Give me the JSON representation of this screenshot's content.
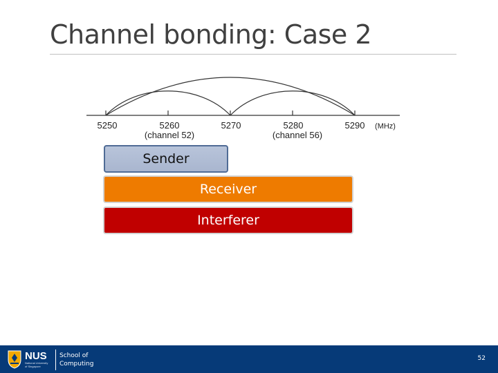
{
  "slide": {
    "title": "Channel bonding: Case 2",
    "page_number": "52"
  },
  "spectrum": {
    "unit": "(MHz)",
    "ticks": [
      {
        "freq": "5250",
        "sub": ""
      },
      {
        "freq": "5260",
        "sub": "(channel 52)"
      },
      {
        "freq": "5270",
        "sub": ""
      },
      {
        "freq": "5280",
        "sub": "(channel 56)"
      },
      {
        "freq": "5290",
        "sub": ""
      }
    ]
  },
  "bars": {
    "sender": "Sender",
    "receiver": "Receiver",
    "interferer": "Interferer"
  },
  "footer": {
    "logo_text": "NUS",
    "logo_subtext_1": "National University",
    "logo_subtext_2": "of Singapore",
    "school_line_1": "School of",
    "school_line_2": "Computing"
  },
  "colors": {
    "footer_bg": "#063a78",
    "sender_fill": "#aab6cf",
    "sender_border": "#4f6b95",
    "receiver_fill": "#ee7b00",
    "interferer_fill": "#c00000"
  }
}
